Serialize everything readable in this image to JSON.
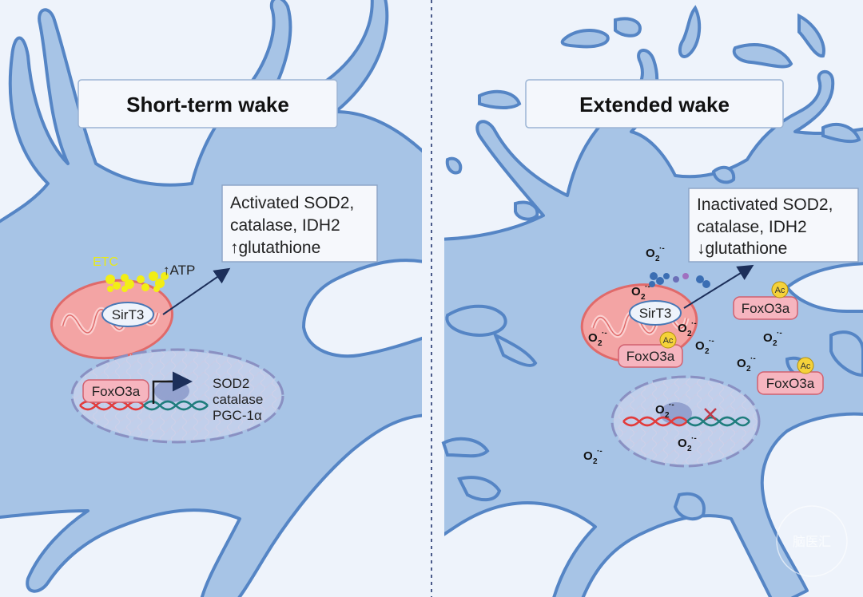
{
  "left_panel": {
    "title": "Short-term wake",
    "effects_box": {
      "line1": "Activated SOD2,",
      "line2": "catalase, IDH2",
      "line3": "↑glutathione"
    },
    "etc_label": "ETC",
    "atp_label": "↑ATP",
    "sirt3_label": "SirT3",
    "foxo3a_label": "FoxO3a",
    "targets": [
      "SOD2",
      "catalase",
      "PGC-1α"
    ]
  },
  "right_panel": {
    "title": "Extended wake",
    "effects_box": {
      "line1": "Inactivated SOD2,",
      "line2": "catalase, IDH2",
      "line3": "↓glutathione"
    },
    "sirt3_label": "SirT3",
    "foxo3a_label": "FoxO3a",
    "acetyl_label": "Ac",
    "superoxide": {
      "base": "O",
      "sub": "2",
      "sup": "·-"
    }
  },
  "watermark": "脑医汇",
  "colors": {
    "background": "#eef3fb",
    "neuron_fill": "#a7c4e6",
    "neuron_stroke": "#5585c5",
    "mitochondria": "#f3a4a4",
    "mitochondria_stroke": "#e06a6a",
    "etc_yellow": "#f2ee16",
    "foxo3a_fill": "#f6b5bf",
    "acetyl_badge": "#f5d23a",
    "nucleus_fill": "#d7d9ef",
    "dna_red": "#e23b3b",
    "dna_teal": "#1f7d7d",
    "divider": "#4a5a8a"
  }
}
